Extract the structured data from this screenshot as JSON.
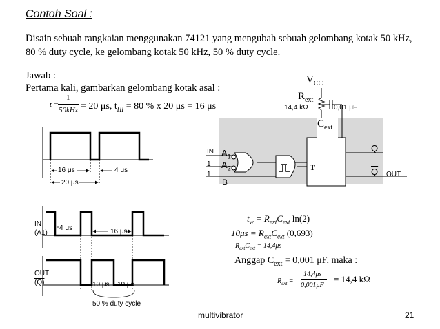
{
  "title": "Contoh Soal :",
  "question": {
    "line1": "Disain sebuah rangkaian menggunakan 74121 yang mengubah sebuah gelombang kotak 50 kHz,",
    "line2": "80 % duty cycle, ke gelombang kotak 50 kHz, 50 % duty cycle."
  },
  "answer": {
    "label": "Jawab :",
    "intro": "Pertama kali, gambarkan gelombang kotak asal :",
    "period_formula": {
      "lhs": "t =",
      "numerator": "1",
      "denominator": "50kHz",
      "result": "= 20 μs, t",
      "sub": "HI",
      "result_tail": "= 80 % x 20 μs = 16 μs"
    }
  },
  "wave1": {
    "high_label": "16 μs",
    "low_label": "4 μs",
    "period_label": "20 μs"
  },
  "wave2": {
    "in_label": "IN",
    "in_sub_label": "(A1)",
    "low_label": "4 μs",
    "high_label": "16 μs",
    "out_label": "OUT",
    "out_sub_label": "(Q)",
    "pulse_label_a": "10 μs",
    "pulse_label_b": "10 μs",
    "duty_label": "50 % duty cycle"
  },
  "circuit": {
    "vcc": "V",
    "vcc_sub": "CC",
    "rext": "R",
    "rext_sub": "ext",
    "rext_value": "14,4 kΩ",
    "cext_value": "0,01 μF",
    "cext": "C",
    "cext_sub": "ext",
    "in_label": "IN",
    "pin1a": "1",
    "pin1b": "1",
    "a1": "A",
    "a1_sub": "1",
    "a2": "A",
    "a2_sub": "2",
    "b": "B",
    "t": "T",
    "q": "Q",
    "qbar": "Q",
    "out": "OUT"
  },
  "equations": {
    "eq1": "t",
    "eq1_sub": "w",
    "eq1_rhs": " = R",
    "eq1_rhs_sub1": "ext",
    "eq1_c": "C",
    "eq1_c_sub": "ext",
    "eq1_tail": " ln(2)",
    "eq2_lhs": "10μs = R",
    "eq2_sub1": "ext",
    "eq2_c": "C",
    "eq2_c_sub": "ext",
    "eq2_tail": " (0,693)",
    "eq3_r": "R",
    "eq3_sub1": "ext",
    "eq3_c": "C",
    "eq3_sub2": "ext",
    "eq3_tail": " = 14,4μs",
    "assume_pre": "Anggap C",
    "assume_sub": "ext",
    "assume_tail": " = 0,001 μF, maka :",
    "final_r": "R",
    "final_sub": "ext",
    "final_eq": " =",
    "final_num": "14,4μs",
    "final_den": "0,001μF",
    "final_result": "= 14,4 kΩ"
  },
  "footer": {
    "label": "multivibrator",
    "page": "21"
  }
}
